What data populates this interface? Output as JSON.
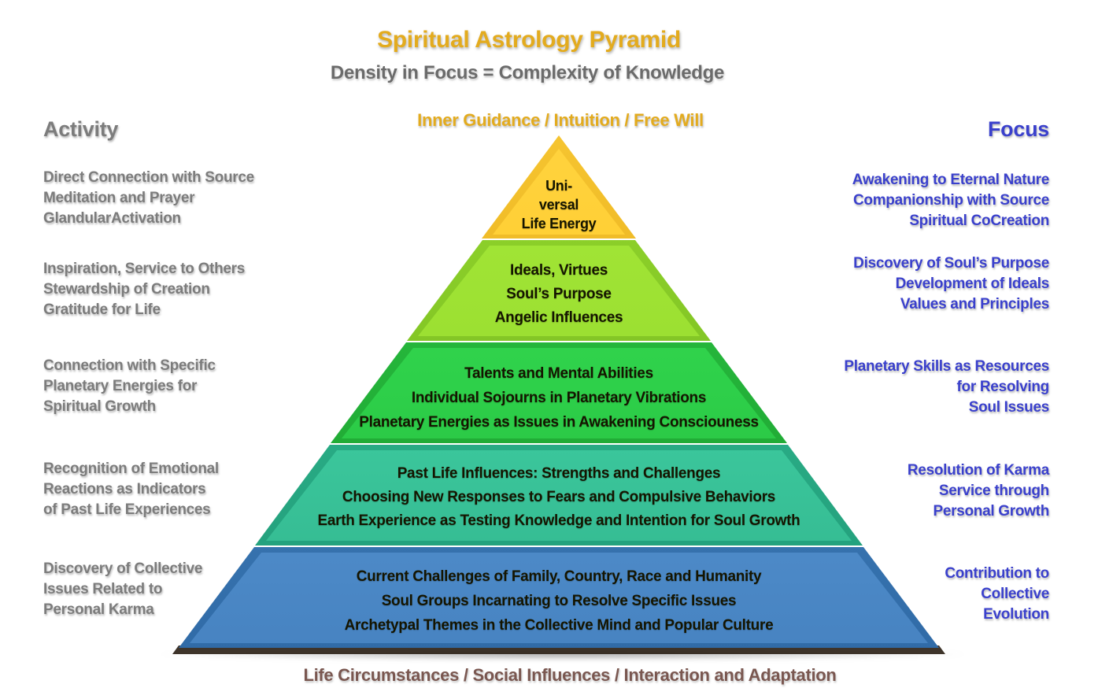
{
  "header": {
    "title": "Spiritual Astrology Pyramid",
    "subtitle": "Density in Focus = Complexity of Knowledge",
    "apex_label": "Inner Guidance / Intuition / Free Will"
  },
  "footer": {
    "base_label": "Life Circumstances / Social Influences / Interaction and Adaptation"
  },
  "columns": {
    "left_header": "Activity",
    "right_header": "Focus"
  },
  "colors": {
    "title_gold": "#e3ab1e",
    "subtitle_gray": "#6b6b6b",
    "activity_gray": "#7c7c7c",
    "focus_blue": "#3a40cc",
    "base_label_brown": "#7a5750",
    "tier_gold": "#ffc926",
    "tier_yellow_green": "#9ade30",
    "tier_green": "#2ed04a",
    "tier_teal": "#3ecca0",
    "tier_blue": "#5694d2"
  },
  "tiers": [
    {
      "id": "universal-life-energy",
      "label_lines": [
        "Uni-",
        "versal",
        "Life Energy"
      ],
      "activity_lines": [
        "Direct Connection with Source",
        "Meditation and Prayer",
        "GlandularActivation"
      ],
      "focus_lines": [
        "Awakening to Eternal Nature",
        "Companionship with Source",
        "Spiritual CoCreation"
      ]
    },
    {
      "id": "ideals-virtues",
      "label_lines": [
        "Ideals, Virtues",
        "Soul’s Purpose",
        "Angelic Influences"
      ],
      "activity_lines": [
        "Inspiration, Service to Others",
        "Stewardship of Creation",
        "Gratitude for Life"
      ],
      "focus_lines": [
        "Discovery of Soul’s Purpose",
        "Development of Ideals",
        "Values and Principles"
      ]
    },
    {
      "id": "planetary-energies",
      "label_lines": [
        "Talents and Mental Abilities",
        "Individual Sojourns in Planetary Vibrations",
        "Planetary Energies as Issues in Awakening Consciouness"
      ],
      "activity_lines": [
        "Connection with Specific",
        "Planetary Energies for",
        "Spiritual Growth"
      ],
      "focus_lines": [
        "Planetary Skills as Resources",
        "for Resolving",
        "Soul Issues"
      ]
    },
    {
      "id": "past-life-influences",
      "label_lines": [
        "Past Life Influences: Strengths and Challenges",
        "Choosing New Responses to Fears and Compulsive Behaviors",
        "Earth Experience as Testing Knowledge and Intention for Soul Growth"
      ],
      "activity_lines": [
        "Recognition of Emotional",
        "Reactions as Indicators",
        "of Past Life Experiences"
      ],
      "focus_lines": [
        "Resolution of Karma",
        "Service through",
        "Personal Growth"
      ]
    },
    {
      "id": "collective-issues",
      "label_lines": [
        "Current Challenges of Family, Country, Race and Humanity",
        "Soul Groups Incarnating to Resolve Specific Issues",
        "Archetypal Themes in the Collective Mind and Popular Culture"
      ],
      "activity_lines": [
        "Discovery of Collective",
        "Issues Related to",
        "Personal Karma"
      ],
      "focus_lines": [
        "Contribution to",
        "Collective",
        "Evolution"
      ]
    }
  ]
}
